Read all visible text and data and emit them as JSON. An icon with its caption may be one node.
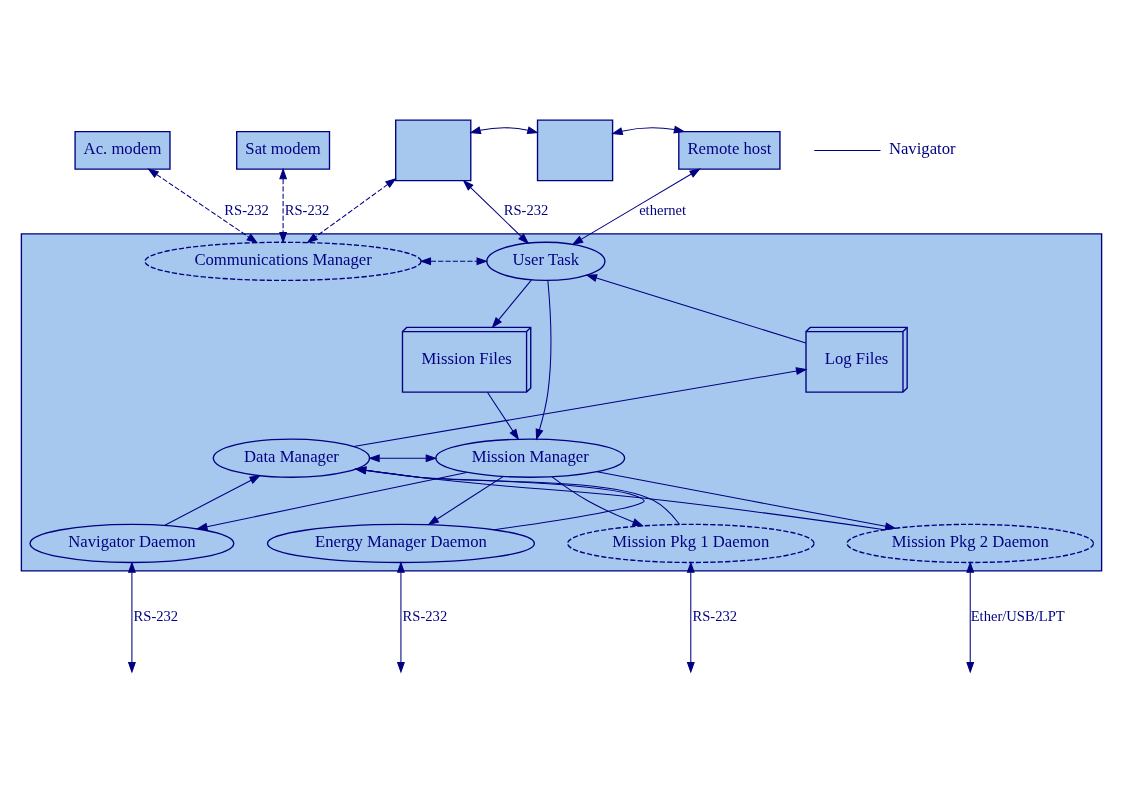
{
  "diagram": {
    "nodes": [
      {
        "text": [
          "Ac. modem"
        ]
      },
      {
        "text": [
          "Sat modem"
        ]
      },
      {
        "text": [],
        "shape": "box"
      },
      {
        "text": [],
        "shape": "box"
      },
      {
        "text": [
          "Remote host"
        ]
      },
      {
        "text": [],
        "shape": "box"
      },
      {
        "text": [
          "Communications Manager"
        ],
        "in": 5
      },
      {
        "text": [
          "User Task"
        ],
        "in": 5
      },
      {
        "text": [
          "Mission Files"
        ],
        "in": 5
      },
      {
        "text": [
          "Log Files"
        ],
        "in": 5
      },
      {
        "text": [
          "Data Manager"
        ],
        "in": 5
      },
      {
        "text": [
          "Mission Manager"
        ],
        "in": 5
      },
      {
        "text": [
          "Navigator Daemon"
        ],
        "in": 5
      },
      {
        "text": [
          "Energy Manager Daemon"
        ],
        "in": 5
      },
      {
        "text": [
          "Mission Pkg 1 Daemon"
        ],
        "in": 5
      },
      {
        "text": [
          "Mission Pkg 2 Daemon"
        ],
        "in": 5
      }
    ],
    "edges": [
      {
        "from": 6,
        "to": 0,
        "arrow": "both",
        "style": "dashed",
        "label": "RS-232"
      },
      {
        "from": 6,
        "to": 1,
        "arrow": "both",
        "style": "dashed",
        "label": "RS-232"
      },
      {
        "from": 6,
        "to": 2,
        "arrow": "both",
        "style": "dashed"
      },
      {
        "from": 7,
        "to": 2,
        "arrow": "both",
        "label": "RS-232"
      },
      {
        "from": 2,
        "to": 3,
        "arrow": "both"
      },
      {
        "from": 3,
        "to": 4,
        "arrow": "both"
      },
      {
        "from": 7,
        "to": 4,
        "arrow": "both",
        "label": "ethernet"
      },
      {
        "from": 6,
        "to": 7,
        "arrow": "both",
        "style": "dashed"
      },
      {
        "from": 9,
        "to": 7,
        "arrow": "to"
      },
      {
        "from": 7,
        "to": 8,
        "arrow": "to"
      },
      {
        "from": 8,
        "to": 11,
        "arrow": "to"
      },
      {
        "from": 7,
        "to": 11,
        "arrow": "to"
      },
      {
        "from": 10,
        "to": 9,
        "arrow": "to"
      },
      {
        "from": 10,
        "to": 11,
        "arrow": "both"
      },
      {
        "from": 11,
        "to": 12,
        "arrow": "to"
      },
      {
        "from": 11,
        "to": 13,
        "arrow": "to"
      },
      {
        "from": 11,
        "to": 14,
        "arrow": "to"
      },
      {
        "from": 11,
        "to": 15,
        "arrow": "to"
      },
      {
        "from": 12,
        "to": 10,
        "arrow": "to"
      },
      {
        "from": 13,
        "to": 10,
        "arrow": "to"
      },
      {
        "from": 14,
        "to": 10,
        "arrow": "to"
      },
      {
        "from": 15,
        "to": 10,
        "arrow": "to"
      },
      {
        "from": 12,
        "to": null,
        "arrow": "both",
        "label": "RS-232"
      },
      {
        "from": 13,
        "to": null,
        "arrow": "both",
        "label": "RS-232"
      },
      {
        "from": 14,
        "to": null,
        "arrow": "both",
        "label": "RS-232"
      },
      {
        "from": 15,
        "to": null,
        "arrow": "both",
        "label": "Ether/USB/LPT"
      }
    ],
    "legend": [
      {
        "text": "Navigator"
      }
    ]
  }
}
